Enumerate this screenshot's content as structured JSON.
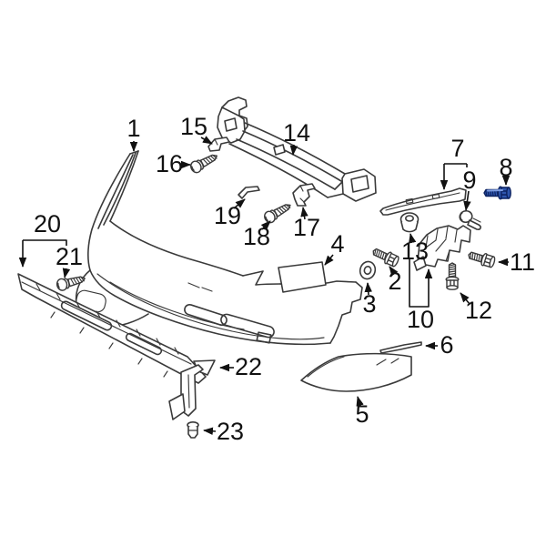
{
  "diagram": {
    "background_color": "#ffffff",
    "line_color": "#3a3a3a",
    "label_color": "#111111",
    "highlight": {
      "callout": "8",
      "stroke": "#0c2260",
      "fill": "#2e55ad",
      "light": "#7d9ce0"
    },
    "callouts": [
      {
        "label": "1"
      },
      {
        "label": "2"
      },
      {
        "label": "3"
      },
      {
        "label": "4"
      },
      {
        "label": "5"
      },
      {
        "label": "6"
      },
      {
        "label": "7"
      },
      {
        "label": "8"
      },
      {
        "label": "9"
      },
      {
        "label": "10"
      },
      {
        "label": "11"
      },
      {
        "label": "12"
      },
      {
        "label": "13"
      },
      {
        "label": "14"
      },
      {
        "label": "15"
      },
      {
        "label": "16"
      },
      {
        "label": "17"
      },
      {
        "label": "18"
      },
      {
        "label": "19"
      },
      {
        "label": "20"
      },
      {
        "label": "21"
      },
      {
        "label": "22"
      },
      {
        "label": "23"
      }
    ]
  }
}
